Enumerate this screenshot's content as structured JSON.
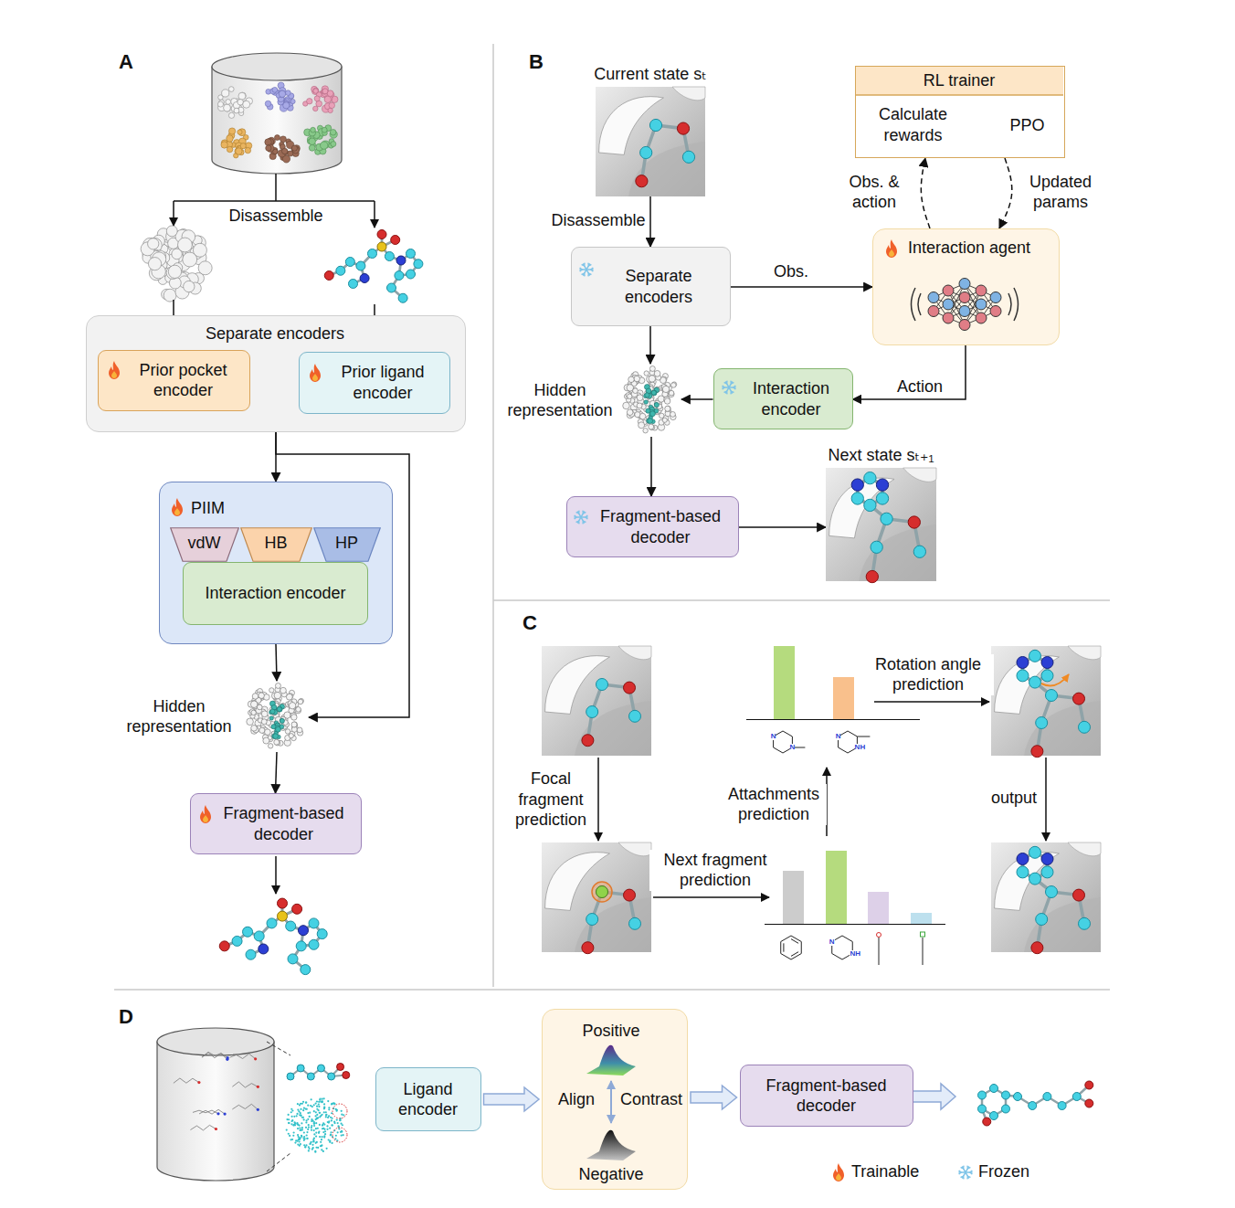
{
  "diagram": {
    "nodes": [
      {
        "text": [
          "Separate encoders"
        ]
      },
      {
        "text": [
          "Prior pocket encoder"
        ],
        "in": 0
      },
      {
        "text": [
          "Prior ligand encoder"
        ],
        "in": 0
      },
      {
        "text": [
          "PIIM"
        ]
      },
      {
        "text": [
          "vdW"
        ],
        "in": 3
      },
      {
        "text": [
          "HB"
        ],
        "in": 3
      },
      {
        "text": [
          "HP"
        ],
        "in": 3
      },
      {
        "text": [
          "Interaction encoder"
        ],
        "in": 3
      },
      {
        "text": [
          "Hidden representation"
        ]
      },
      {
        "text": [
          "Fragment-based decoder"
        ]
      },
      {
        "text": [
          "Current state sₜ"
        ]
      },
      {
        "text": [
          "RL trainer"
        ]
      },
      {
        "text": [
          "Calculate rewards"
        ],
        "in": 11
      },
      {
        "text": [
          "PPO"
        ],
        "in": 11
      },
      {
        "text": [
          "Separate encoders"
        ]
      },
      {
        "text": [
          "Interaction agent"
        ]
      },
      {
        "text": [
          "Hidden representation"
        ]
      },
      {
        "text": [
          "Interaction encoder"
        ]
      },
      {
        "text": [
          "Next state sₜ₊₁"
        ]
      },
      {
        "text": [
          "Fragment-based decoder"
        ]
      },
      {
        "text": [
          "Ligand encoder"
        ]
      },
      {
        "text": [
          "Positive",
          "Align",
          "Contrast",
          "Negative"
        ]
      },
      {
        "text": [
          "Fragment-based decoder"
        ]
      }
    ],
    "edges": [
      {
        "from": 0,
        "to": 3,
        "arrow": "to"
      },
      {
        "from": 0,
        "to": 8,
        "arrow": "to"
      },
      {
        "from": 3,
        "to": 8,
        "arrow": "to"
      },
      {
        "from": 8,
        "to": 9,
        "arrow": "to"
      },
      {
        "from": 10,
        "to": 14,
        "label": "Disassemble",
        "arrow": "to"
      },
      {
        "from": 14,
        "to": 15,
        "label": "Obs.",
        "arrow": "to"
      },
      {
        "from": 15,
        "to": 11,
        "label": "Obs. & action",
        "arrow": "to"
      },
      {
        "from": 11,
        "to": 15,
        "label": "Updated params",
        "arrow": "to"
      },
      {
        "from": 12,
        "to": 13,
        "arrow": "to"
      },
      {
        "from": 14,
        "to": 16,
        "arrow": "to"
      },
      {
        "from": 15,
        "to": 17,
        "label": "Action",
        "arrow": "to"
      },
      {
        "from": 17,
        "to": 16,
        "arrow": "to"
      },
      {
        "from": 16,
        "to": 19,
        "arrow": "to"
      },
      {
        "from": 19,
        "to": 18,
        "arrow": "to"
      },
      {
        "from": 20,
        "to": 21,
        "arrow": "to"
      },
      {
        "from": 21,
        "to": 22,
        "arrow": "to"
      }
    ],
    "labels": [
      "A",
      "Disassemble",
      "B",
      "C",
      "Focal fragment prediction",
      "Next fragment prediction",
      "N",
      "NH",
      "Attachments prediction",
      "N",
      "N",
      "N",
      "NH",
      "Rotation angle prediction",
      "output",
      "D"
    ],
    "legend": [
      {
        "text": "Trainable"
      },
      {
        "text": "Frozen"
      }
    ]
  }
}
